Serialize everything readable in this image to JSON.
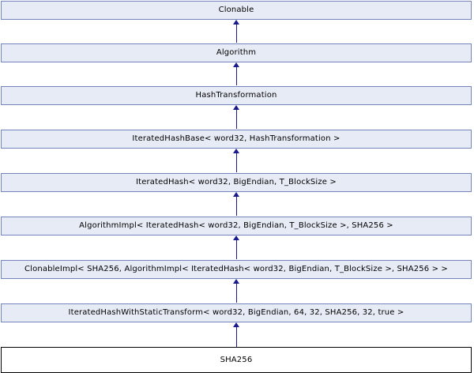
{
  "diagram": {
    "type": "class-inheritance-graph",
    "title": "SHA256 inheritance diagram",
    "colors": {
      "node_fill": "#e7ebf5",
      "node_border": "#7283bd",
      "current_node_fill": "#ffffff",
      "current_node_border": "#000000",
      "edge": "#1a1a8c",
      "background": "#ffffff",
      "text": "#000000"
    },
    "nodes": [
      {
        "id": "clonable",
        "label": "Clonable",
        "current": false
      },
      {
        "id": "algorithm",
        "label": "Algorithm",
        "current": false
      },
      {
        "id": "hashtransformation",
        "label": "HashTransformation",
        "current": false
      },
      {
        "id": "iteratedhashbase",
        "label": "IteratedHashBase< word32, HashTransformation >",
        "current": false
      },
      {
        "id": "iteratedhash",
        "label": "IteratedHash< word32, BigEndian, T_BlockSize >",
        "current": false
      },
      {
        "id": "algorithmimpl",
        "label": "AlgorithmImpl< IteratedHash< word32, BigEndian, T_BlockSize >, SHA256 >",
        "current": false
      },
      {
        "id": "clonableimpl",
        "label": "ClonableImpl< SHA256, AlgorithmImpl< IteratedHash< word32, BigEndian, T_BlockSize >, SHA256 > >",
        "current": false
      },
      {
        "id": "iteratedhashwithstatictransform",
        "label": "IteratedHashWithStaticTransform< word32, BigEndian, 64, 32, SHA256, 32, true >",
        "current": false
      },
      {
        "id": "sha256",
        "label": "SHA256",
        "current": true
      }
    ],
    "edges": [
      {
        "from": "algorithm",
        "to": "clonable",
        "arrow": "inheritance-up"
      },
      {
        "from": "hashtransformation",
        "to": "algorithm",
        "arrow": "inheritance-up"
      },
      {
        "from": "iteratedhashbase",
        "to": "hashtransformation",
        "arrow": "inheritance-up"
      },
      {
        "from": "iteratedhash",
        "to": "iteratedhashbase",
        "arrow": "inheritance-up"
      },
      {
        "from": "algorithmimpl",
        "to": "iteratedhash",
        "arrow": "inheritance-up"
      },
      {
        "from": "clonableimpl",
        "to": "algorithmimpl",
        "arrow": "inheritance-up"
      },
      {
        "from": "iteratedhashwithstatictransform",
        "to": "clonableimpl",
        "arrow": "inheritance-up"
      },
      {
        "from": "sha256",
        "to": "iteratedhashwithstatictransform",
        "arrow": "inheritance-up"
      }
    ]
  }
}
